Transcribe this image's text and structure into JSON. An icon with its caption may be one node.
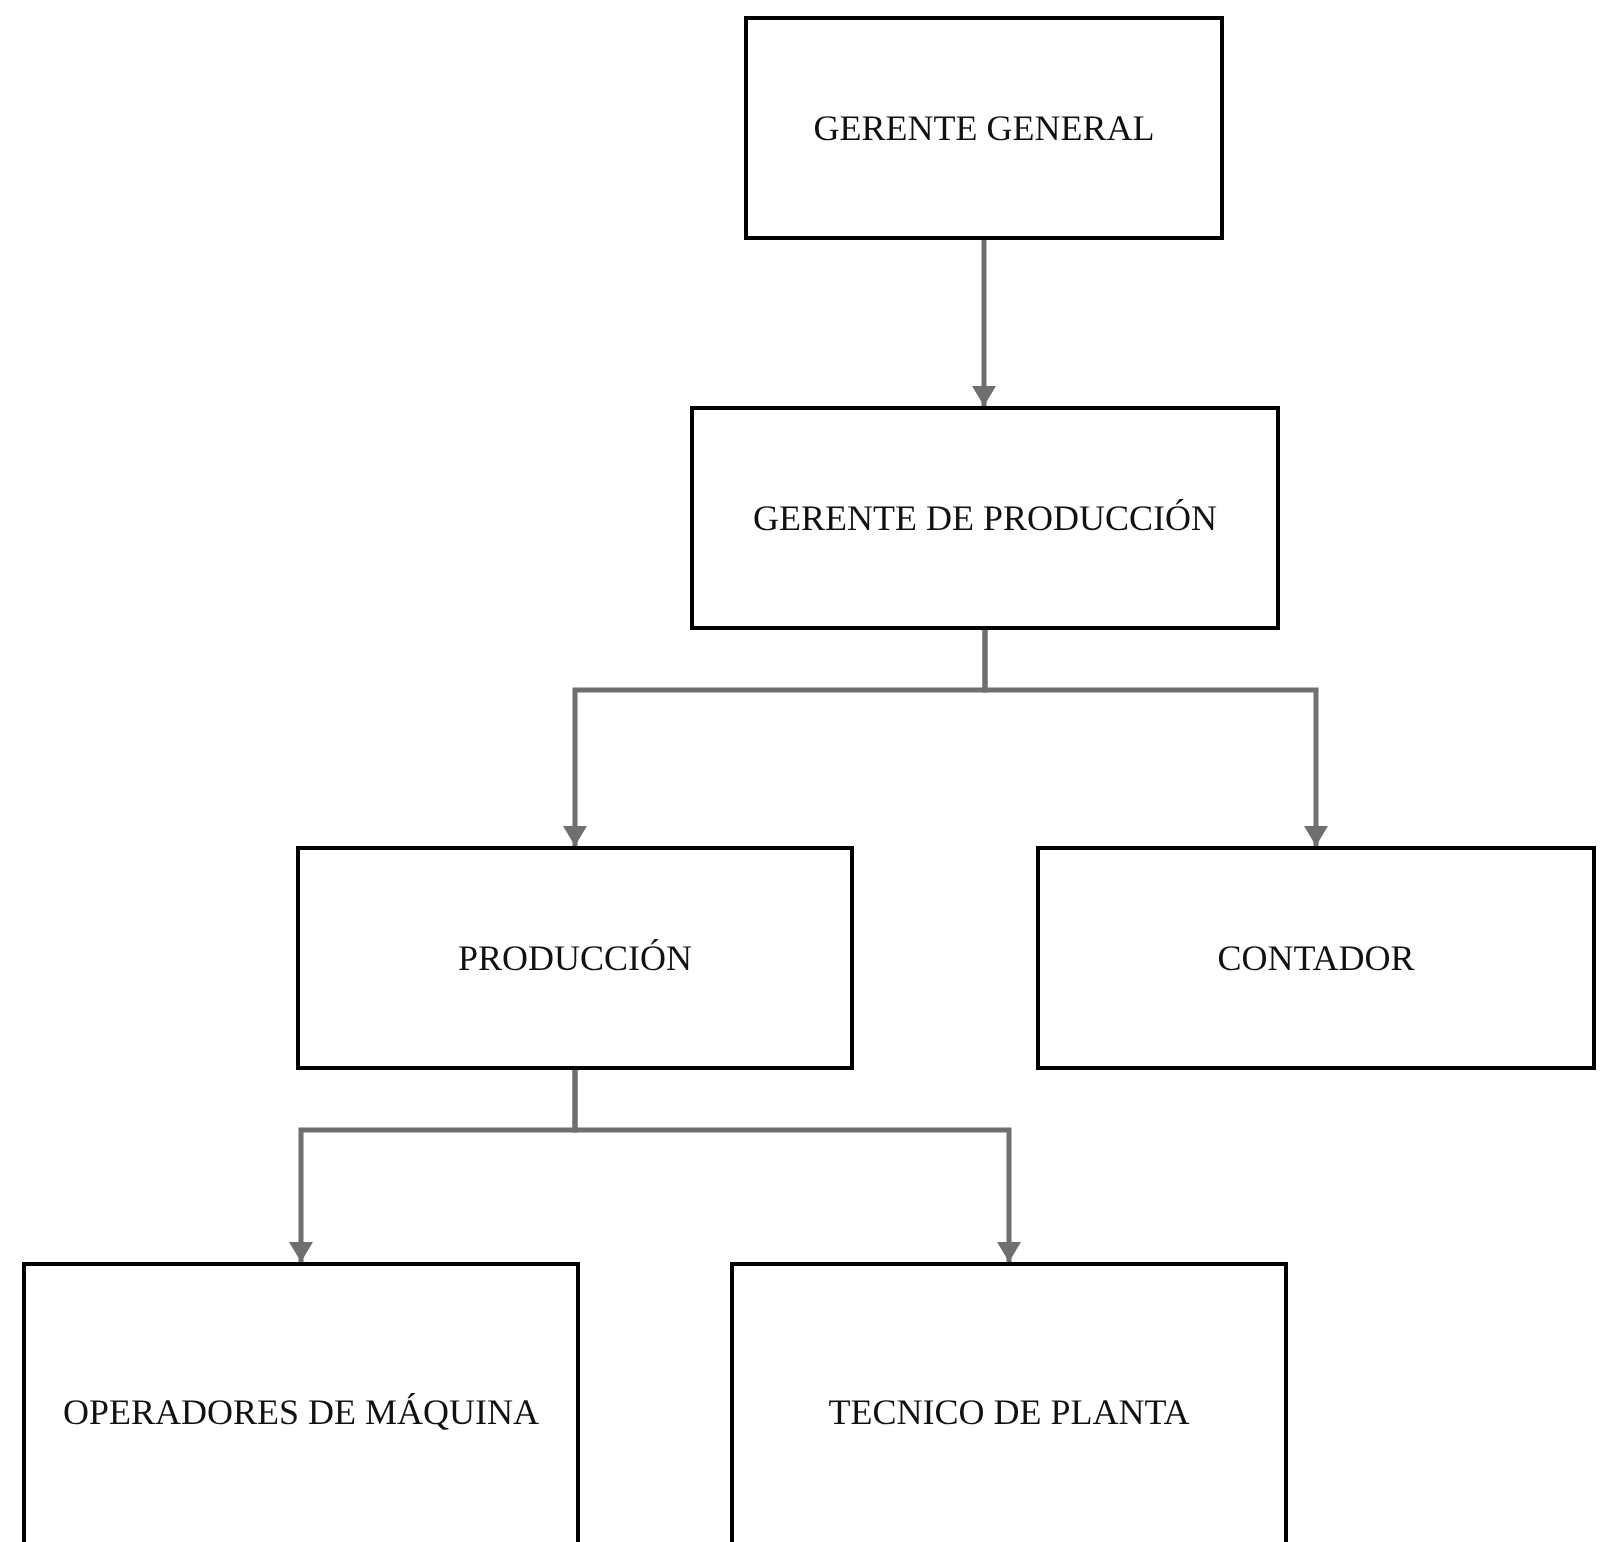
{
  "diagram": {
    "nodes": [
      {
        "text": [
          "GERENTE GENERAL"
        ]
      },
      {
        "text": [
          "GERENTE DE PRODUCCIÓN"
        ]
      },
      {
        "text": [
          "PRODUCCIÓN"
        ]
      },
      {
        "text": [
          "CONTADOR"
        ]
      },
      {
        "text": [
          "OPERADORES DE MÁQUINA"
        ]
      },
      {
        "text": [
          "TECNICO DE PLANTA"
        ]
      }
    ],
    "edges": [
      {
        "from": 0,
        "to": 1,
        "arrow": "to"
      },
      {
        "from": 1,
        "to": 2,
        "arrow": "to"
      },
      {
        "from": 1,
        "to": 3,
        "arrow": "to"
      },
      {
        "from": 2,
        "to": 4,
        "arrow": "to"
      },
      {
        "from": 2,
        "to": 5,
        "arrow": "to"
      }
    ]
  }
}
